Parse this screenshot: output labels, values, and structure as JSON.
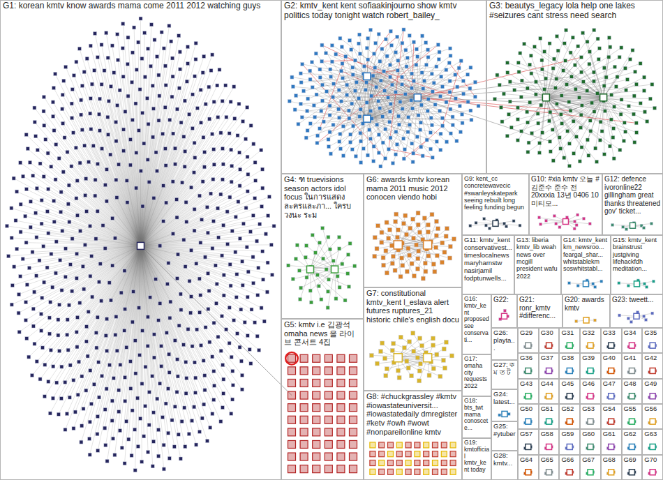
{
  "diagram": {
    "nodes": [
      {
        "text": [
          "G1: korean kmtv know awards mama come 2011 2012 watching guys"
        ]
      },
      {
        "text": [
          "G2: kmtv_kent kent sofiaakinjourno show kmtv politics today tonight watch robert_bailey_"
        ]
      },
      {
        "text": [
          "G3: beautys_legacy lola help one lakes #seizures cant stress need search"
        ]
      },
      {
        "text": [
          "G4: ฑ truevisions season actors idol focus ในการแสดงละครและภา... ใครบ วงนะ ระม"
        ]
      },
      {
        "text": [
          "G5: kmtv і.е 김광석 omaha news 을 라이브 콘서트 4집"
        ]
      },
      {
        "text": [
          "G6: awards kmtv korean mama 2011 music 2012 conocen viendo hobi"
        ]
      },
      {
        "text": [
          "G7: constitutional kmtv_kent l_eslava alert futures ruptures_21 historic chile's english docu"
        ]
      },
      {
        "text": [
          "G8: #chuckgrassley #kmtv #iowastateuniversit... #iowastatedaily dmregister #ketv #owh #wowt #nonpareilonline kmtv"
        ]
      },
      {
        "text": [
          "G9: kent_cc concretewavecic #swanleyskatepark seeing rebuilt long feeling funding begun"
        ]
      },
      {
        "text": [
          "G10: #xia kmtv 오늘 #김준수 준수 전 20xxxia 13년 0406 10 미티모..."
        ]
      },
      {
        "text": [
          "G11: kmtv_kent conservativest... timeslocalnews maryharnstw nasirjamil fodptunwells..."
        ]
      },
      {
        "text": [
          "G12: defence ivoronline22 gillingham great thanks threatened gov' ticket..."
        ]
      },
      {
        "text": [
          "G13: liberia kmtv_lib weah news over mcgill president wafu 2022"
        ]
      },
      {
        "text": [
          "G14: kmtv_kent km_newsroo... feargal_shar... whitstablekm soswhitstabl..."
        ]
      },
      {
        "text": [
          "G15: kmtv_kent brainstrust justgiving lifehackfdh meditation..."
        ]
      },
      {
        "text": [
          "G16: kmtv_kent proposed see conservati..."
        ]
      },
      {
        "text": [
          "G17: omaha city requests 2022"
        ]
      },
      {
        "text": [
          "G18: bts_twt mama conoscete..."
        ]
      },
      {
        "text": [
          "G19: kmtofficial kmtv_kent today"
        ]
      },
      {
        "text": [
          "G20: awards kmtv"
        ]
      },
      {
        "text": [
          "G21: ronr_kmtv #differenc..."
        ]
      },
      {
        "text": [
          "G22:"
        ]
      },
      {
        "text": [
          "G23: tweett..."
        ]
      },
      {
        "text": [
          "G26: playta..."
        ]
      },
      {
        "text": [
          "G27: ক ম ত ট"
        ]
      },
      {
        "text": [
          "G24: latest..."
        ]
      },
      {
        "text": [
          "G25: #ytuber"
        ]
      },
      {
        "text": [
          "G28: kmtv..."
        ]
      },
      {
        "text": [
          "G29"
        ]
      },
      {
        "text": [
          "G30"
        ]
      },
      {
        "text": [
          "G31"
        ]
      },
      {
        "text": [
          "G32"
        ]
      },
      {
        "text": [
          "G33"
        ]
      },
      {
        "text": [
          "G34"
        ]
      },
      {
        "text": [
          "G35"
        ]
      },
      {
        "text": [
          "G36"
        ]
      },
      {
        "text": [
          "G37"
        ]
      },
      {
        "text": [
          "G38"
        ]
      },
      {
        "text": [
          "G39"
        ]
      },
      {
        "text": [
          "G40"
        ]
      },
      {
        "text": [
          "G41"
        ]
      },
      {
        "text": [
          "G42"
        ]
      },
      {
        "text": [
          "G43"
        ]
      },
      {
        "text": [
          "G44"
        ]
      },
      {
        "text": [
          "G45"
        ]
      },
      {
        "text": [
          "G46"
        ]
      },
      {
        "text": [
          "G47"
        ]
      },
      {
        "text": [
          "G48"
        ]
      },
      {
        "text": [
          "G49"
        ]
      },
      {
        "text": [
          "G50"
        ]
      },
      {
        "text": [
          "G51"
        ]
      },
      {
        "text": [
          "G52"
        ]
      },
      {
        "text": [
          "G53"
        ]
      },
      {
        "text": [
          "G54"
        ]
      },
      {
        "text": [
          "G55"
        ]
      },
      {
        "text": [
          "G56"
        ]
      },
      {
        "text": [
          "G57"
        ]
      },
      {
        "text": [
          "G58"
        ]
      },
      {
        "text": [
          "G59"
        ]
      },
      {
        "text": [
          "G60"
        ]
      },
      {
        "text": [
          "G61"
        ]
      },
      {
        "text": [
          "G62"
        ]
      },
      {
        "text": [
          "G63"
        ]
      },
      {
        "text": [
          "G64"
        ]
      },
      {
        "text": [
          "G65"
        ]
      },
      {
        "text": [
          "G66"
        ]
      },
      {
        "text": [
          "G67"
        ]
      },
      {
        "text": [
          "G68"
        ]
      },
      {
        "text": [
          "G69"
        ]
      },
      {
        "text": [
          "G70"
        ]
      }
    ]
  }
}
